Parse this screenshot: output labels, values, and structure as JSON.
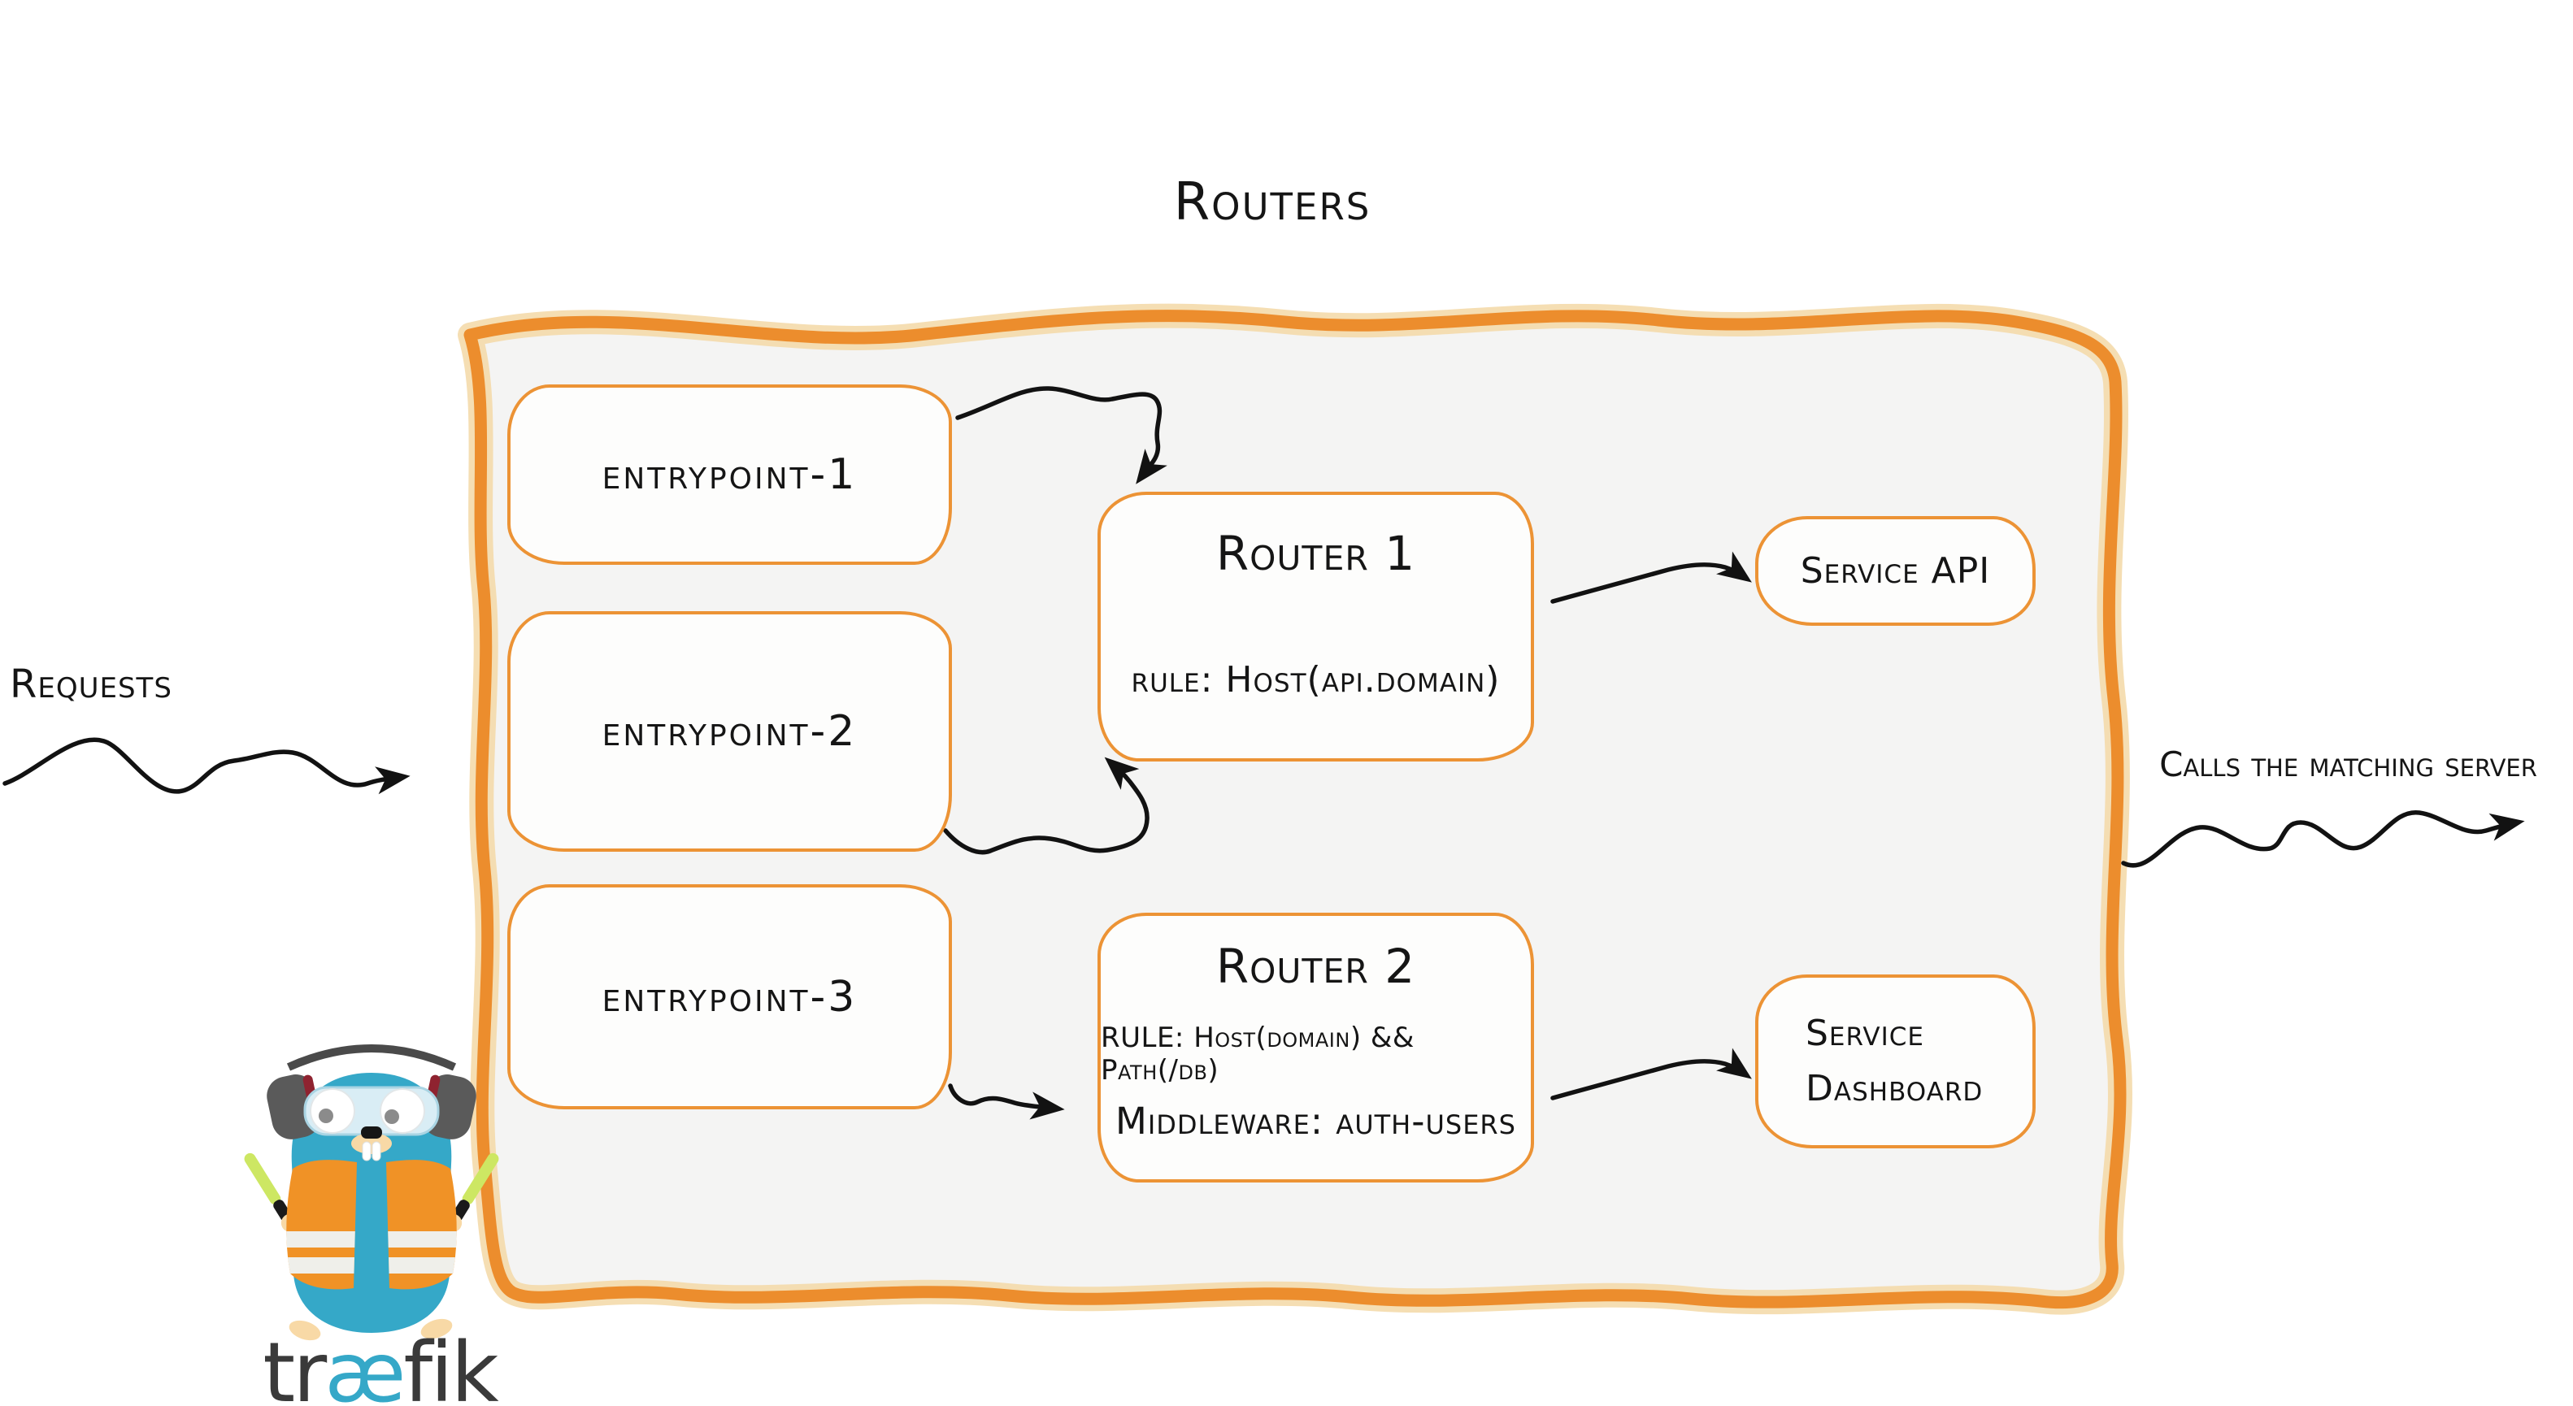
{
  "title": "Routers",
  "annotations": {
    "requests_label": "Requests",
    "calls_label": "Calls the matching server"
  },
  "entrypoints": [
    {
      "label": "entrypoint-1"
    },
    {
      "label": "entrypoint-2"
    },
    {
      "label": "entrypoint-3"
    }
  ],
  "routers": [
    {
      "name": "Router 1",
      "rule": "rule: Host(api.domain)",
      "middleware": ""
    },
    {
      "name": "Router 2",
      "rule": "RULE: Host(domain) && Path(/db)",
      "middleware": "Middleware: auth-users"
    }
  ],
  "services": [
    {
      "label": "Service API"
    },
    {
      "label": "Service Dashboard"
    }
  ],
  "logo": {
    "brand_pre": "tr",
    "brand_ligature": "æ",
    "brand_post": "fik"
  },
  "colors": {
    "accent_orange": "#EC8D2D",
    "accent_orange_halo": "#F3D8A6",
    "thin_border_orange": "#EC9335",
    "container_fill": "#F4F4F3",
    "box_fill": "#FDFDFC",
    "ink": "#151515",
    "gopher_teal": "#35A8C8",
    "wordmark_gray": "#3A3A3A",
    "vest_orange": "#F09226",
    "baton_green": "#CDE763"
  }
}
